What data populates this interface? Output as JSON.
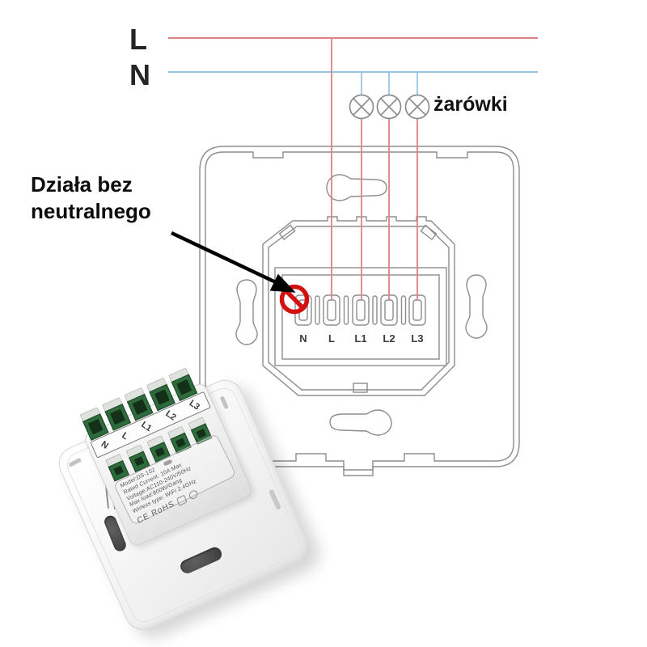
{
  "annotation": {
    "line1": "Działa bez",
    "line2": "neutralnego"
  },
  "power_lines": {
    "live_label": "L",
    "neutral_label": "N"
  },
  "bulbs": {
    "label": "żarówki",
    "count": 3
  },
  "switch_module": {
    "terminal_labels": [
      "N",
      "L",
      "L1",
      "L2",
      "L3"
    ]
  },
  "icons": {
    "bulb": "circle-with-cross-lamp-symbol",
    "prohibition": "red-no-sign-over-N-terminal",
    "arrow": "black-pointer-arrow"
  },
  "photo": {
    "terminal_labels": [
      "N",
      "L",
      "L1",
      "L2",
      "L3"
    ],
    "spec_lines": [
      "Model:DS-102",
      "Rated Current: 10A Max",
      "Voltage:AC110-240V/50Hz",
      "Max load:800W/Gang",
      "Wirless type: WiFi 2.4GHz"
    ],
    "cert_text": "CE RoHS"
  },
  "colors": {
    "live_wire": "#dd8289",
    "neutral_wire": "#96c8e6",
    "outline_gray": "#8d8d8d",
    "prohibition_red": "#d40f0f",
    "terminal_green": "#2d6b3d"
  }
}
